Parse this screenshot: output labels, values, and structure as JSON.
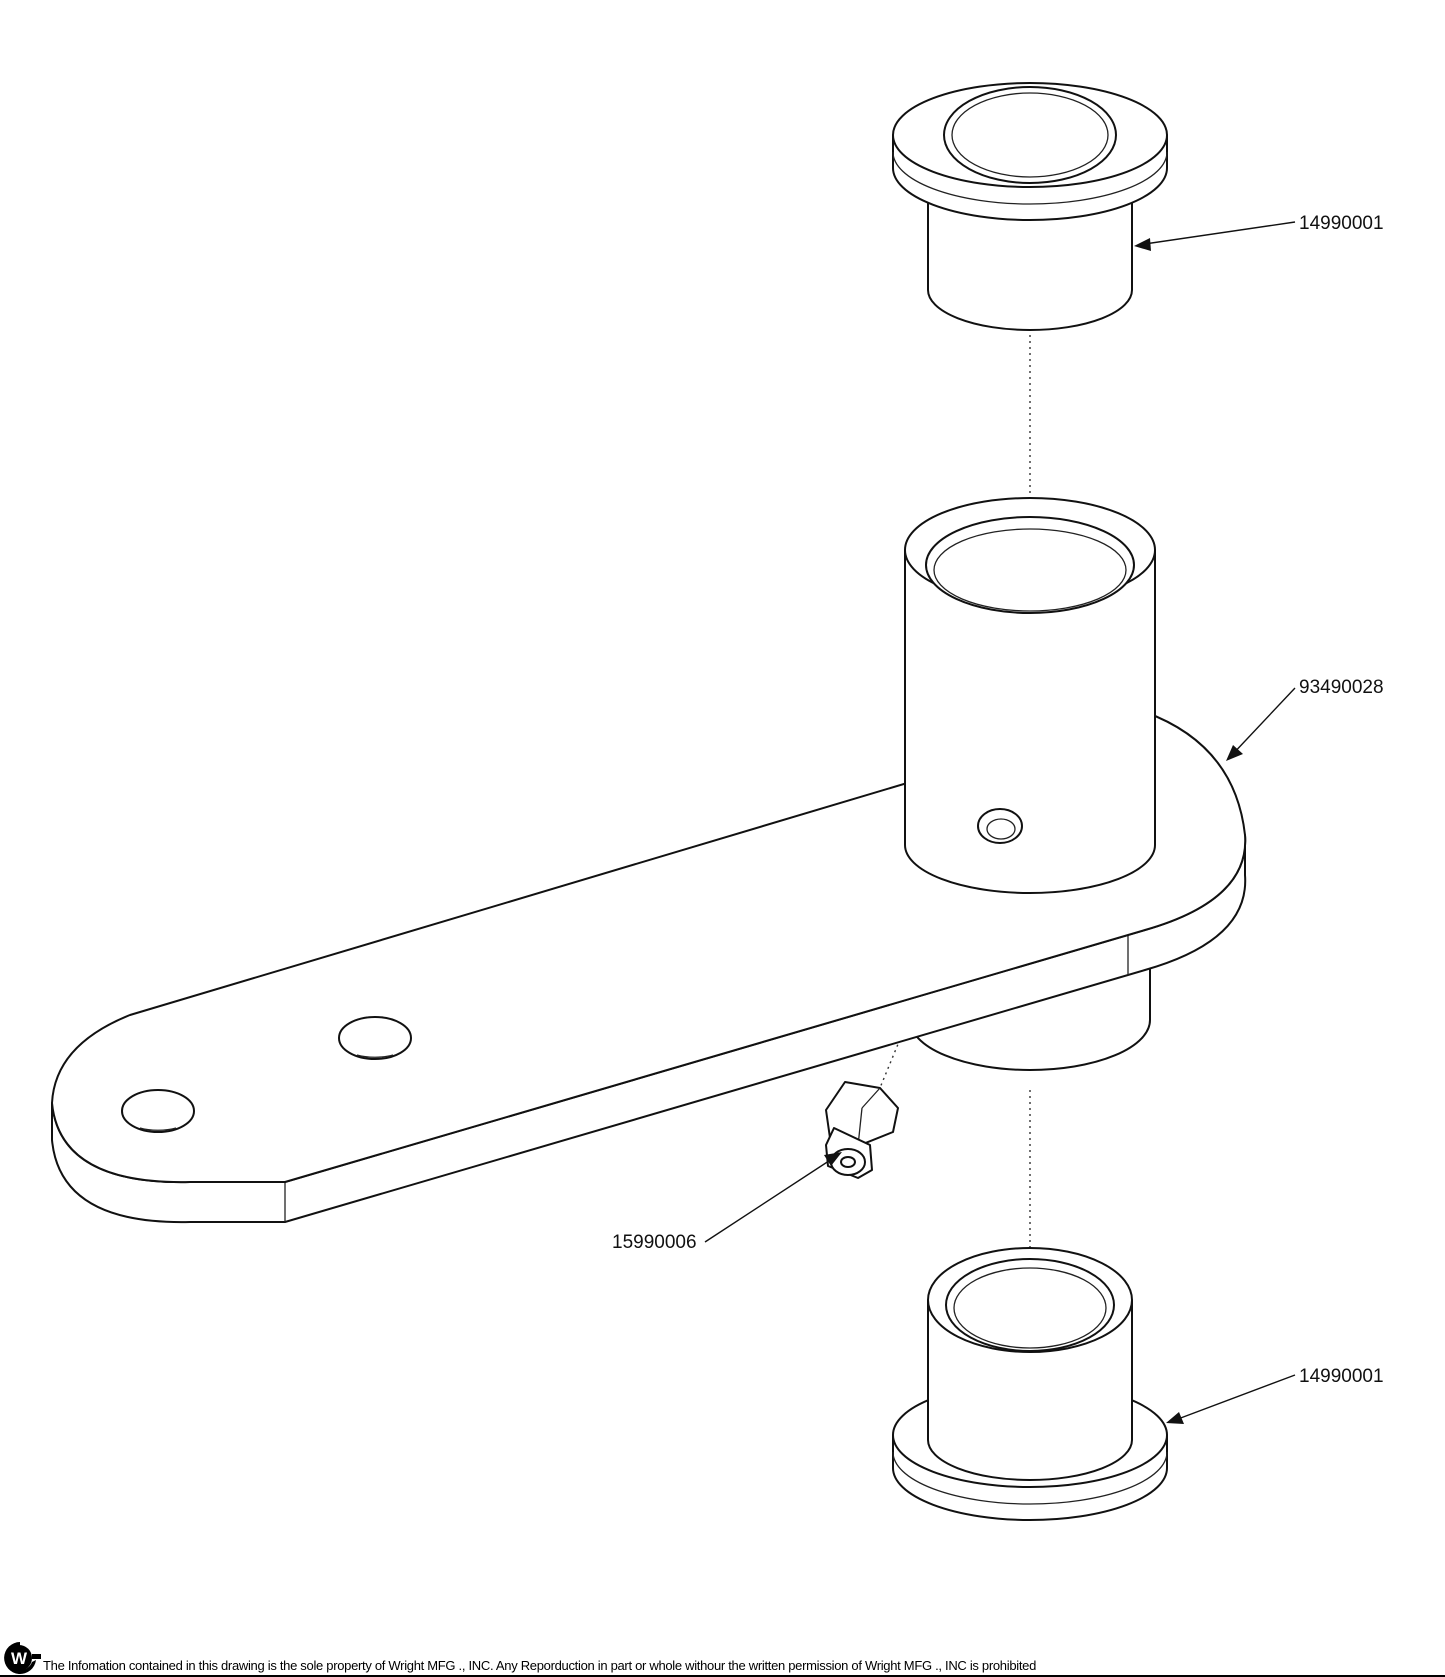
{
  "callouts": {
    "top_bushing": "14990001",
    "arm_assembly": "93490028",
    "grease_fitting": "15990006",
    "bottom_bushing": "14990001"
  },
  "footer": {
    "logo_letter": "W",
    "notice": "The Infomation contained in this drawing is the sole property of Wright MFG ., INC. Any Reporduction in part or whole withour the written permission of Wright MFG ., INC is prohibited"
  },
  "colors": {
    "line": "#111111",
    "background": "#ffffff"
  }
}
